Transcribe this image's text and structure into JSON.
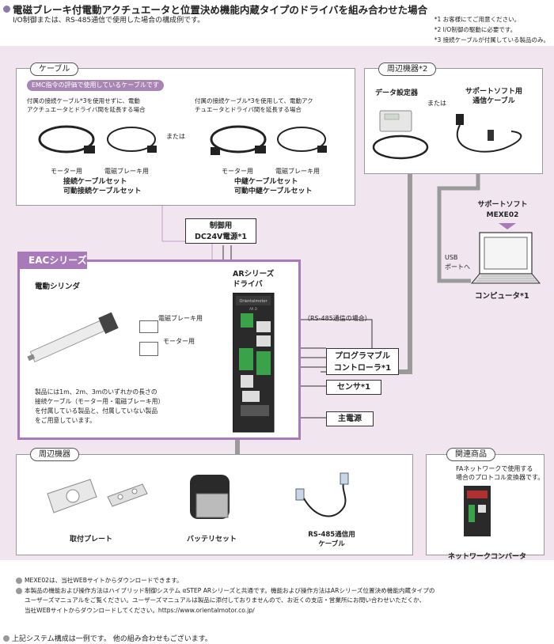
{
  "header": {
    "title": "電磁ブレーキ付電動アクチュエータと位置決め機能内蔵タイプのドライバを組み合わせた場合",
    "subtitle": "I/O制御または、RS-485通信で使用した場合の構成例です。",
    "notes": [
      "*1 お客様にてご用意ください。",
      "*2 I/O制御の駆動に必要です。",
      "*3 接続ケーブルが付属している製品のみ。"
    ]
  },
  "cable_panel": {
    "tag": "ケーブル",
    "emc_badge": "EMC指令の評価で使用しているケーブルです",
    "left_desc_1": "付属の接続ケーブル*3を使用せずに、電動",
    "left_desc_2": "アクチュエータとドライバ間を延長する場合",
    "right_desc_1": "付属の接続ケーブル*3を使用して、電動アク",
    "right_desc_2": "チュエータとドライバ間を延長する場合",
    "or": "または",
    "motor_label": "モーター用",
    "brake_label": "電磁ブレーキ用",
    "left_set_1": "接続ケーブルセット",
    "left_set_2": "可動接続ケーブルセット",
    "right_set_1": "中継ケーブルセット",
    "right_set_2": "可動中継ケーブルセット"
  },
  "peripheral_top": {
    "tag": "周辺機器*2",
    "data_setter": "データ設定器",
    "or": "または",
    "support_cable_1": "サポートソフト用",
    "support_cable_2": "通信ケーブル"
  },
  "power_24v": {
    "line1": "制御用",
    "line2": "DC24V電源*1"
  },
  "eac": {
    "badge": "EACシリーズ",
    "cylinder": "電動シリンダ",
    "brake_line": "電磁ブレーキ用",
    "motor_line": "モーター用",
    "desc": [
      "製品には1m、2m、3mのいずれかの長さの",
      "接続ケーブル（モーター用・電磁ブレーキ用）",
      "を付属している製品と、付属していない製品",
      "をご用意しています。"
    ]
  },
  "driver": {
    "line1": "ARシリーズ",
    "line2": "ドライバ",
    "brand": "Orientalmotor",
    "model": "AR D"
  },
  "rs485_note": "（RS-485通信の場合）",
  "software": {
    "line1": "サポートソフト",
    "line2": "MEXE02"
  },
  "usb": {
    "line1": "USB",
    "line2": "ポートへ"
  },
  "computer": "コンピュータ*1",
  "callouts": {
    "plc_1": "プログラマブル",
    "plc_2": "コントローラ*1",
    "sensor": "センサ*1",
    "main_power": "主電源"
  },
  "peripheral_bottom": {
    "tag": "周辺機器",
    "plate": "取付プレート",
    "battery": "バッテリセット",
    "rs485_1": "RS-485通信用",
    "rs485_2": "ケーブル"
  },
  "related": {
    "tag": "関連商品",
    "desc_1": "FAネットワークで使用する",
    "desc_2": "場合のプロトコル変換器です。",
    "converter": "ネットワークコンバータ"
  },
  "footnotes": {
    "fn1": "MEXE02は、当社WEBサイトからダウンロードできます。",
    "fn2": "本製品の機能および操作方法はハイブリッド制御システム αSTEP ARシリーズと共通です。機能および操作方法はARシリーズ位置決め機能内蔵タイプの",
    "fn3": "ユーザーズマニュアルをご覧ください。ユーザーズマニュアルは製品に添付しておりませんので、お近くの支店・営業所にお問い合わせいただくか、",
    "fn4": "当社WEBサイトからダウンロードしてください。https://www.orientalmotor.co.jp/"
  },
  "footer": "上記システム構成は一例です。 他の組み合わせもございます。",
  "colors": {
    "accent": "#a87aba",
    "pink_band": "#f1e6ef",
    "purple_dot": "#8c7aa8",
    "green_terminal": "#3aa34a"
  }
}
